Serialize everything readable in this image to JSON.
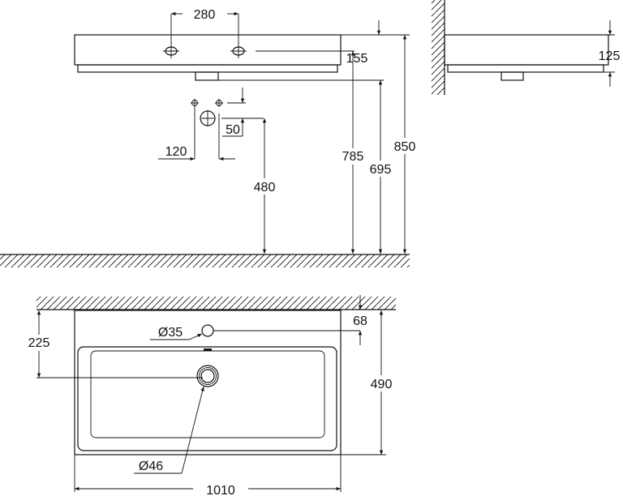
{
  "drawing": {
    "front_view": {
      "tap_hole_spacing": "280",
      "tap_hole_from_top": "155",
      "supply_spacing": "120",
      "supply_offset": "50",
      "waste_height": "480",
      "tap_hole_height": "785",
      "bottom_height": "695",
      "rim_height": "850"
    },
    "side_view": {
      "basin_depth": "125"
    },
    "top_view": {
      "tap_hole_diameter": "Ø35",
      "tap_hole_from_wall": "68",
      "drain_from_wall": "225",
      "basin_projection": "490",
      "drain_diameter": "Ø46",
      "basin_width": "1010"
    },
    "line_color": "#111111"
  }
}
